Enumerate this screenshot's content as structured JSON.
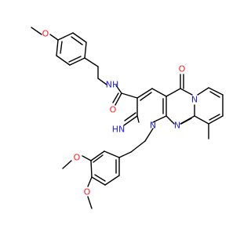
{
  "colors": {
    "carbon": "#000000",
    "nitrogen": "#2020ff",
    "oxygen": "#ff2020",
    "background": "#ffffff"
  },
  "labels": {
    "o_methoxy_top": "O",
    "nh_amide": "NH",
    "o_amide": "O",
    "o_ketone": "O",
    "n_ring_right": "N",
    "n_ring_mid": "N",
    "n_ring_left": "N",
    "hn_imino": "HN",
    "o_dimethoxy_3": "O",
    "o_dimethoxy_4": "O"
  }
}
